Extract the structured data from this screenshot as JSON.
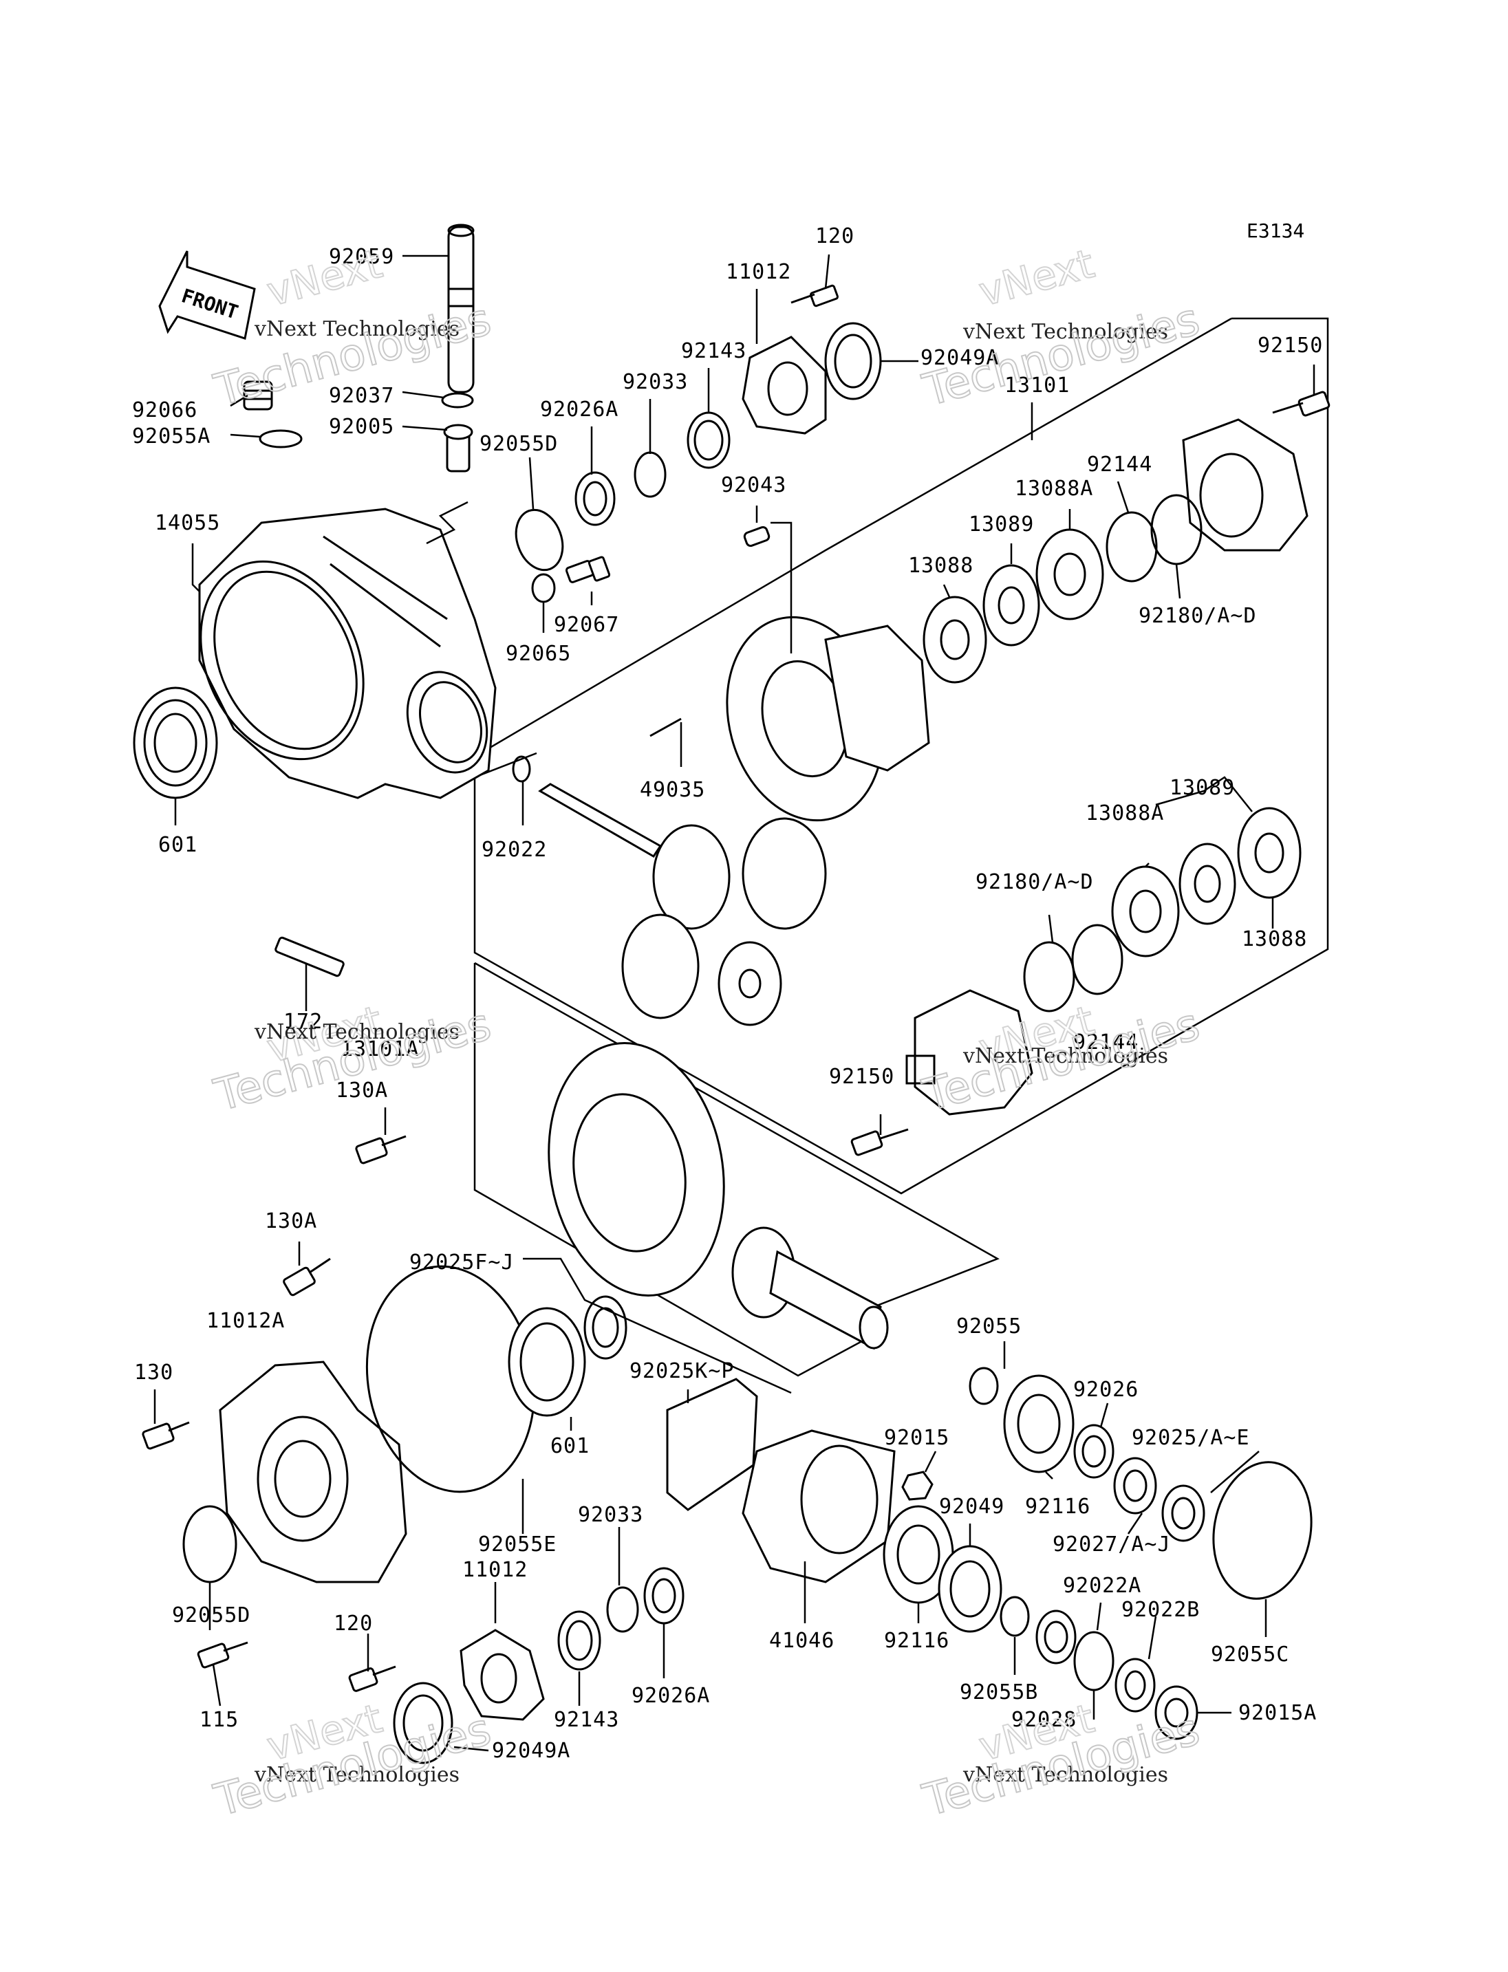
{
  "diagram": {
    "code": "E3134",
    "front_label": "FRONT",
    "watermark": {
      "line1": "vNext Technologies",
      "line2": "vNext",
      "line3": "Technologies"
    },
    "labels": [
      {
        "id": "92059",
        "text": "92059"
      },
      {
        "id": "92066",
        "text": "92066"
      },
      {
        "id": "92055A",
        "text": "92055A"
      },
      {
        "id": "92037",
        "text": "92037"
      },
      {
        "id": "92005",
        "text": "92005"
      },
      {
        "id": "92055D_top",
        "text": "92055D"
      },
      {
        "id": "14055",
        "text": "14055"
      },
      {
        "id": "92067",
        "text": "92067"
      },
      {
        "id": "92065",
        "text": "92065"
      },
      {
        "id": "601_top",
        "text": "601"
      },
      {
        "id": "120_top",
        "text": "120"
      },
      {
        "id": "11012_top",
        "text": "11012"
      },
      {
        "id": "92143_top",
        "text": "92143"
      },
      {
        "id": "92049A_top",
        "text": "92049A"
      },
      {
        "id": "92033_top",
        "text": "92033"
      },
      {
        "id": "92026A_top",
        "text": "92026A"
      },
      {
        "id": "13101",
        "text": "13101"
      },
      {
        "id": "92043",
        "text": "92043"
      },
      {
        "id": "92150_top",
        "text": "92150"
      },
      {
        "id": "92144_top",
        "text": "92144"
      },
      {
        "id": "13088A_top",
        "text": "13088A"
      },
      {
        "id": "13089_top",
        "text": "13089"
      },
      {
        "id": "13088_top",
        "text": "13088"
      },
      {
        "id": "92180_top",
        "text": "92180/A~D"
      },
      {
        "id": "49035",
        "text": "49035"
      },
      {
        "id": "92022",
        "text": "92022"
      },
      {
        "id": "13089_mid",
        "text": "13089"
      },
      {
        "id": "13088A_mid",
        "text": "13088A"
      },
      {
        "id": "92180_mid",
        "text": "92180/A~D"
      },
      {
        "id": "13088_mid",
        "text": "13088"
      },
      {
        "id": "172",
        "text": "172"
      },
      {
        "id": "13101A",
        "text": "13101A"
      },
      {
        "id": "92144_mid",
        "text": "92144"
      },
      {
        "id": "130A_mid",
        "text": "130A"
      },
      {
        "id": "92150_mid",
        "text": "92150"
      },
      {
        "id": "130A_low",
        "text": "130A"
      },
      {
        "id": "92025FJ",
        "text": "92025F~J"
      },
      {
        "id": "11012A",
        "text": "11012A"
      },
      {
        "id": "92055_low",
        "text": "92055"
      },
      {
        "id": "130",
        "text": "130"
      },
      {
        "id": "92025KP",
        "text": "92025K~P"
      },
      {
        "id": "92026",
        "text": "92026"
      },
      {
        "id": "601_low",
        "text": "601"
      },
      {
        "id": "92015",
        "text": "92015"
      },
      {
        "id": "92025AE",
        "text": "92025/A~E"
      },
      {
        "id": "92116_a",
        "text": "92116"
      },
      {
        "id": "92049",
        "text": "92049"
      },
      {
        "id": "92055E",
        "text": "92055E"
      },
      {
        "id": "92033_low",
        "text": "92033"
      },
      {
        "id": "92027",
        "text": "92027/A~J"
      },
      {
        "id": "11012_low",
        "text": "11012"
      },
      {
        "id": "92022A",
        "text": "92022A"
      },
      {
        "id": "92055D_low",
        "text": "92055D"
      },
      {
        "id": "92022B",
        "text": "92022B"
      },
      {
        "id": "120_low",
        "text": "120"
      },
      {
        "id": "41046",
        "text": "41046"
      },
      {
        "id": "92116_b",
        "text": "92116"
      },
      {
        "id": "92026A_low",
        "text": "92026A"
      },
      {
        "id": "92055C",
        "text": "92055C"
      },
      {
        "id": "92143_low",
        "text": "92143"
      },
      {
        "id": "92055B",
        "text": "92055B"
      },
      {
        "id": "92015A",
        "text": "92015A"
      },
      {
        "id": "115",
        "text": "115"
      },
      {
        "id": "92028",
        "text": "92028"
      },
      {
        "id": "92049A_low",
        "text": "92049A"
      }
    ]
  }
}
